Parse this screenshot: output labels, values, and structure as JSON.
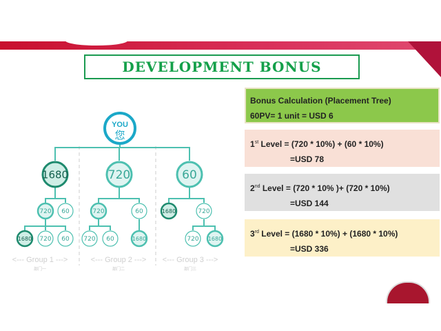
{
  "title": "DEVELOPMENT BONUS",
  "tree": {
    "root": {
      "line1": "YOU",
      "line2": "您"
    },
    "nodes": [
      "1680",
      "720",
      "60",
      "720",
      "60",
      "720",
      "60",
      "1680",
      "720",
      "1680",
      "720",
      "60",
      "720",
      "60",
      "1680",
      "720",
      "1680"
    ],
    "groups": [
      {
        "label": "<--- Group 1 --->",
        "sub": "部门一"
      },
      {
        "label": "<--- Group 2 --->",
        "sub": "部门二"
      },
      {
        "label": "<--- Group 3 --->",
        "sub": "部门三"
      }
    ]
  },
  "calc": {
    "header": "Bonus Calculation (Placement Tree)",
    "unit": "60PV= 1 unit = USD 6",
    "levels": [
      {
        "num": "1",
        "sup": "st",
        "formula": " Level = (720 * 10%) + (60 * 10%)",
        "result": "=USD 78"
      },
      {
        "num": "2",
        "sup": "nd",
        "formula": "Level = (720 * 10% )+ (720 * 10%)",
        "result": "=USD 144"
      },
      {
        "num": "3",
        "sup": "rd",
        "formula": " Level = (1680 * 10%) + (1680 * 10%)",
        "result": "=USD 336"
      }
    ]
  },
  "colors": {
    "teal": "#4dc0b0",
    "dark": "#1e8a6e",
    "blue": "#1ba8c8",
    "green": "#14a04a",
    "red": "#c8102e"
  }
}
